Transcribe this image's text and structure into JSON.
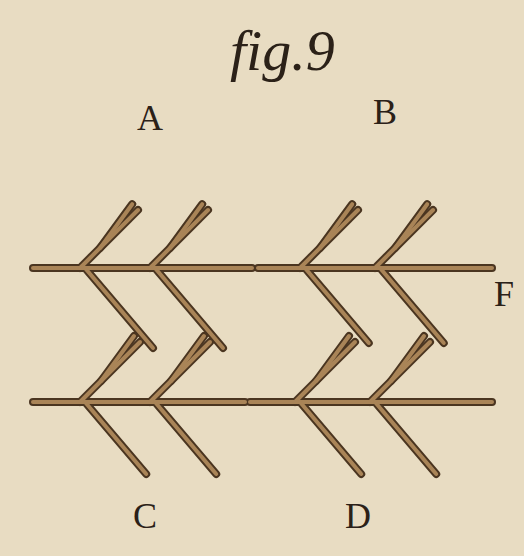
{
  "diagram": {
    "title": "fig.9",
    "labels": [
      "A",
      "B",
      "C",
      "D",
      "F"
    ]
  }
}
